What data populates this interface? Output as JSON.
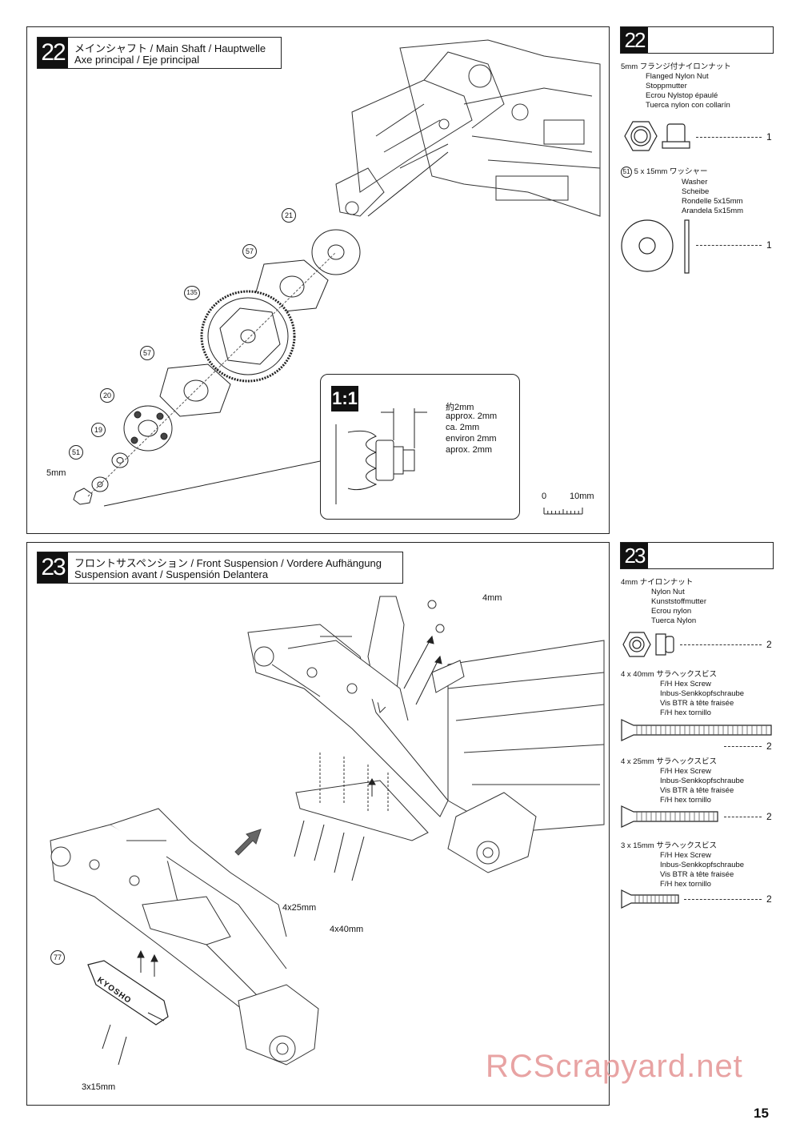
{
  "step22": {
    "number": "22",
    "title_line1": "メインシャフト / Main Shaft / Hauptwelle",
    "title_line2": "Axe principal / Eje principal",
    "callouts": {
      "p21": "21",
      "p57a": "57",
      "p135": "135",
      "p57b": "57",
      "p20": "20",
      "p19": "19",
      "p51": "51",
      "nut5mm": "5mm"
    },
    "detail": {
      "badge": "1:1",
      "label_jp": "約2mm",
      "label_en": "approx. 2mm",
      "label_de": "ca. 2mm",
      "label_fr": "environ 2mm",
      "label_es": "aprox. 2mm"
    },
    "scale": {
      "zero": "0",
      "ten": "10mm"
    },
    "sidebar": {
      "number": "22",
      "parts": [
        {
          "line1": "5mm  フランジ付ナイロンナット",
          "line2": "Flanged Nylon Nut",
          "line3": "Stoppmutter",
          "line4": "Ecrou Nylstop épaulé",
          "line5": "Tuerca nylon con collarín",
          "qty": "1"
        },
        {
          "code": "51",
          "line1": "5 x 15mm  ワッシャー",
          "line2": "Washer",
          "line3": "Scheibe",
          "line4": "Rondelle 5x15mm",
          "line5": "Arandela 5x15mm",
          "qty": "1"
        }
      ]
    }
  },
  "step23": {
    "number": "23",
    "title_line1": "フロントサスペンション  / Front Suspension / Vordere Aufhängung",
    "title_line2": "Suspension avant / Suspensión Delantera",
    "callouts": {
      "nut4mm": "4mm",
      "screw25": "4x25mm",
      "screw40": "4x40mm",
      "p77": "77",
      "screw15": "3x15mm"
    },
    "bumper_text": "KYOSHO",
    "sidebar": {
      "number": "23",
      "parts": [
        {
          "line1": "4mm    ナイロンナット",
          "line2": "Nylon Nut",
          "line3": "Kunststoffmutter",
          "line4": "Ecrou nylon",
          "line5": "Tuerca Nylon",
          "qty": "2"
        },
        {
          "line1": "4 x 40mm  サラヘックスビス",
          "line2": "F/H Hex Screw",
          "line3": "Inbus-Senkkopfschraube",
          "line4": "Vis BTR à tête fraisée",
          "line5": "F/H hex tornillo",
          "qty": "2"
        },
        {
          "line1": "4 x 25mm  サラヘックスビス",
          "line2": "F/H Hex Screw",
          "line3": "Inbus-Senkkopfschraube",
          "line4": "Vis BTR à tête fraisée",
          "line5": "F/H hex tornillo",
          "qty": "2"
        },
        {
          "line1": "3 x 15mm  サラヘックスビス",
          "line2": "F/H Hex Screw",
          "line3": "Inbus-Senkkopfschraube",
          "line4": "Vis BTR à tête fraisée",
          "line5": "F/H hex tornillo",
          "qty": "2"
        }
      ]
    }
  },
  "watermark": "RCScrapyard.net",
  "page_number": "15"
}
